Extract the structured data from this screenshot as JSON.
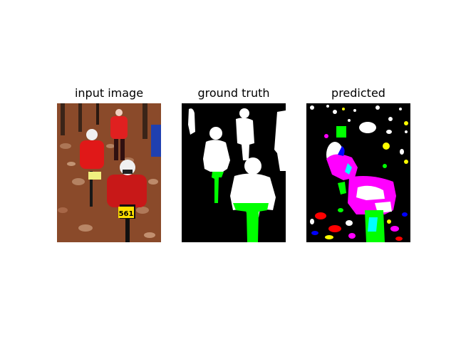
{
  "figure": {
    "panels": [
      {
        "title": "input image"
      },
      {
        "title": "ground truth"
      },
      {
        "title": "predicted"
      }
    ],
    "photo": {
      "bib_number": "561"
    },
    "colors": {
      "background": "#ffffff",
      "mask_background": "#000000",
      "person_class": "#ffffff",
      "bicycle_class": "#00ff00",
      "prediction_magenta": "#ff00ff",
      "prediction_red": "#ff0000",
      "prediction_blue": "#0000ff",
      "prediction_yellow": "#ffff00",
      "prediction_cyan": "#00ffff"
    }
  }
}
